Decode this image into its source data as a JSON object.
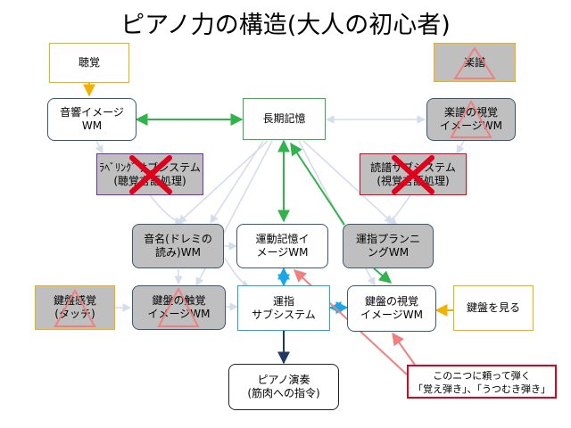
{
  "title": "ピアノ力の構造(大人の初心者)",
  "nodes": {
    "hearing": "聴覚",
    "score": "楽譜",
    "sound_image": "音響イメージ\nWM",
    "long_term_memory": "長期記憶",
    "score_visual": "楽譜の視覚\nイメージWM",
    "labeling": "ﾗﾍﾞﾘﾝｸﾞサブシステム\n(聴覚言語処理)",
    "reading": "読譜サブシステム\n(視覚言語処理)",
    "note_names": "音名(ドレミの\n読み)WM",
    "motor_memory": "運動記憶イ\nメージWM",
    "fingering_plan": "運指プランニ\nングWM",
    "key_touch_sense": "鍵盤感覚\n(タッチ)",
    "key_touch_image": "鍵盤の触覚\nイメージWM",
    "fingering_sub": "運指\nサブシステム",
    "key_visual": "鍵盤の視覚\nイメージWM",
    "see_keys": "鍵盤を見る",
    "performance": "ピアノ演奏\n(筋肉への指令)"
  },
  "note": {
    "line1": "このニつに頼って弾く",
    "line2": "｢覚え弾き｣、｢うつむき弾き｣"
  },
  "colors": {
    "green_arrow": "#2fb34a",
    "cyan_arrow": "#1aa7e8",
    "navy_arrow": "#1f3864",
    "red_arrow": "#f08080",
    "faded_arrow": "#d5dcec",
    "cross": "#e0001b"
  },
  "icons": [
    "red-triangle-icon",
    "red-cross-icon"
  ]
}
